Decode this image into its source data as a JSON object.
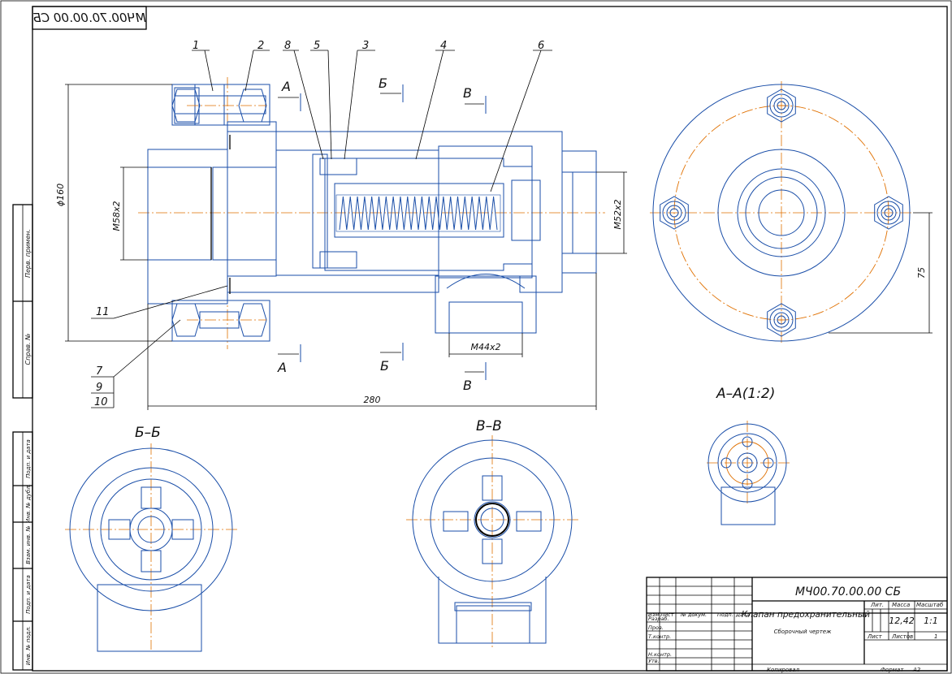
{
  "stamp": {
    "code_mirrored": "МЧ00.70.00.00 СБ"
  },
  "part_numbers": [
    "1",
    "2",
    "3",
    "4",
    "5",
    "6",
    "8",
    "11",
    "7",
    "9",
    "10"
  ],
  "section_marks": {
    "a": "А",
    "b": "Б",
    "v": "В"
  },
  "dimensions": {
    "diameter": "ϕ160",
    "thread_left": "M58x2",
    "thread_right": "M52x2",
    "thread_bottom": "M44x2",
    "length": "280",
    "offset": "75"
  },
  "section_titles": {
    "aa": "А–А(1:2)",
    "bb": "Б–Б",
    "vv": "В–В"
  },
  "title_block": {
    "designation": "МЧ00.70.00.00 СБ",
    "name": "Клапан предохранительный",
    "doc_type": "Сборочный чертеж",
    "headers": {
      "izm": "Изм",
      "list": "Лист",
      "ndoc": "№ докум.",
      "podp": "Подп.",
      "data": "Дата"
    },
    "roles": {
      "razrab": "Разраб.",
      "prov": "Пров.",
      "tkontr": "Т.контр.",
      "nkontr": "Н.контр.",
      "utv": "Утв."
    },
    "lit": "Лит.",
    "massa_label": "Масса",
    "massa": "12,42",
    "masshtab_label": "Масштаб",
    "masshtab": "1:1",
    "list_label": "Лист",
    "listov_label": "Листов",
    "listov": "1",
    "kopiroval": "Копировал",
    "format_label": "Формат",
    "format": "A2"
  },
  "side_stamps": {
    "perv": "Перв. примен.",
    "sprav": "Справ. №",
    "podp1": "Подп. и дата",
    "inv_dubl": "Инв. № дубл.",
    "vzam": "Взам. инв. №",
    "podp2": "Подп. и дата",
    "inv_podl": "Инв. № подл."
  }
}
